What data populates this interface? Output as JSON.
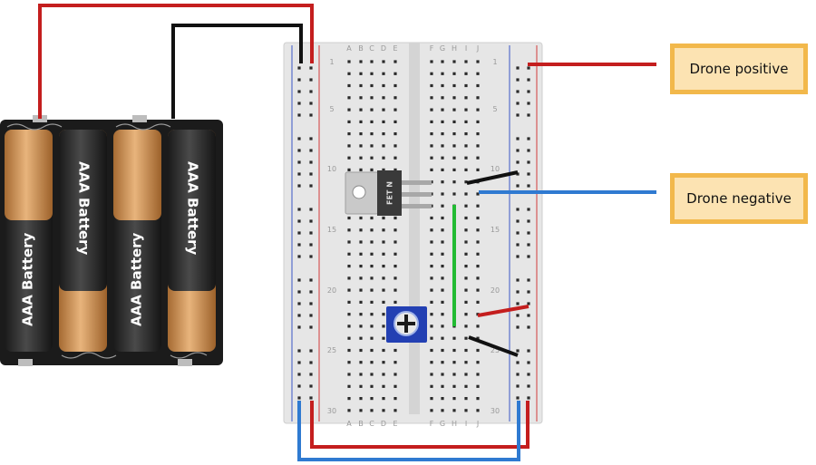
{
  "battery_pack": {
    "cell_labels": [
      "AAA Battery",
      "AAA Battery",
      "AAA Battery",
      "AAA Battery"
    ]
  },
  "breadboard": {
    "column_letters_left": [
      "A",
      "B",
      "C",
      "D",
      "E"
    ],
    "column_letters_right": [
      "F",
      "G",
      "H",
      "I",
      "J"
    ],
    "row_numbers": [
      "1",
      "5",
      "10",
      "15",
      "20",
      "25",
      "30"
    ]
  },
  "components": {
    "transistor_marking": "FET N"
  },
  "callouts": {
    "drone_positive": "Drone positive",
    "drone_negative": "Drone negative"
  },
  "colors": {
    "wire_red": "#c41e1e",
    "wire_black": "#111111",
    "wire_blue": "#2f7ad1",
    "wire_green": "#22bb33",
    "breadboard": "#e6e6e6",
    "callout_fill": "#fce3b2",
    "callout_border": "#f2b84b"
  }
}
